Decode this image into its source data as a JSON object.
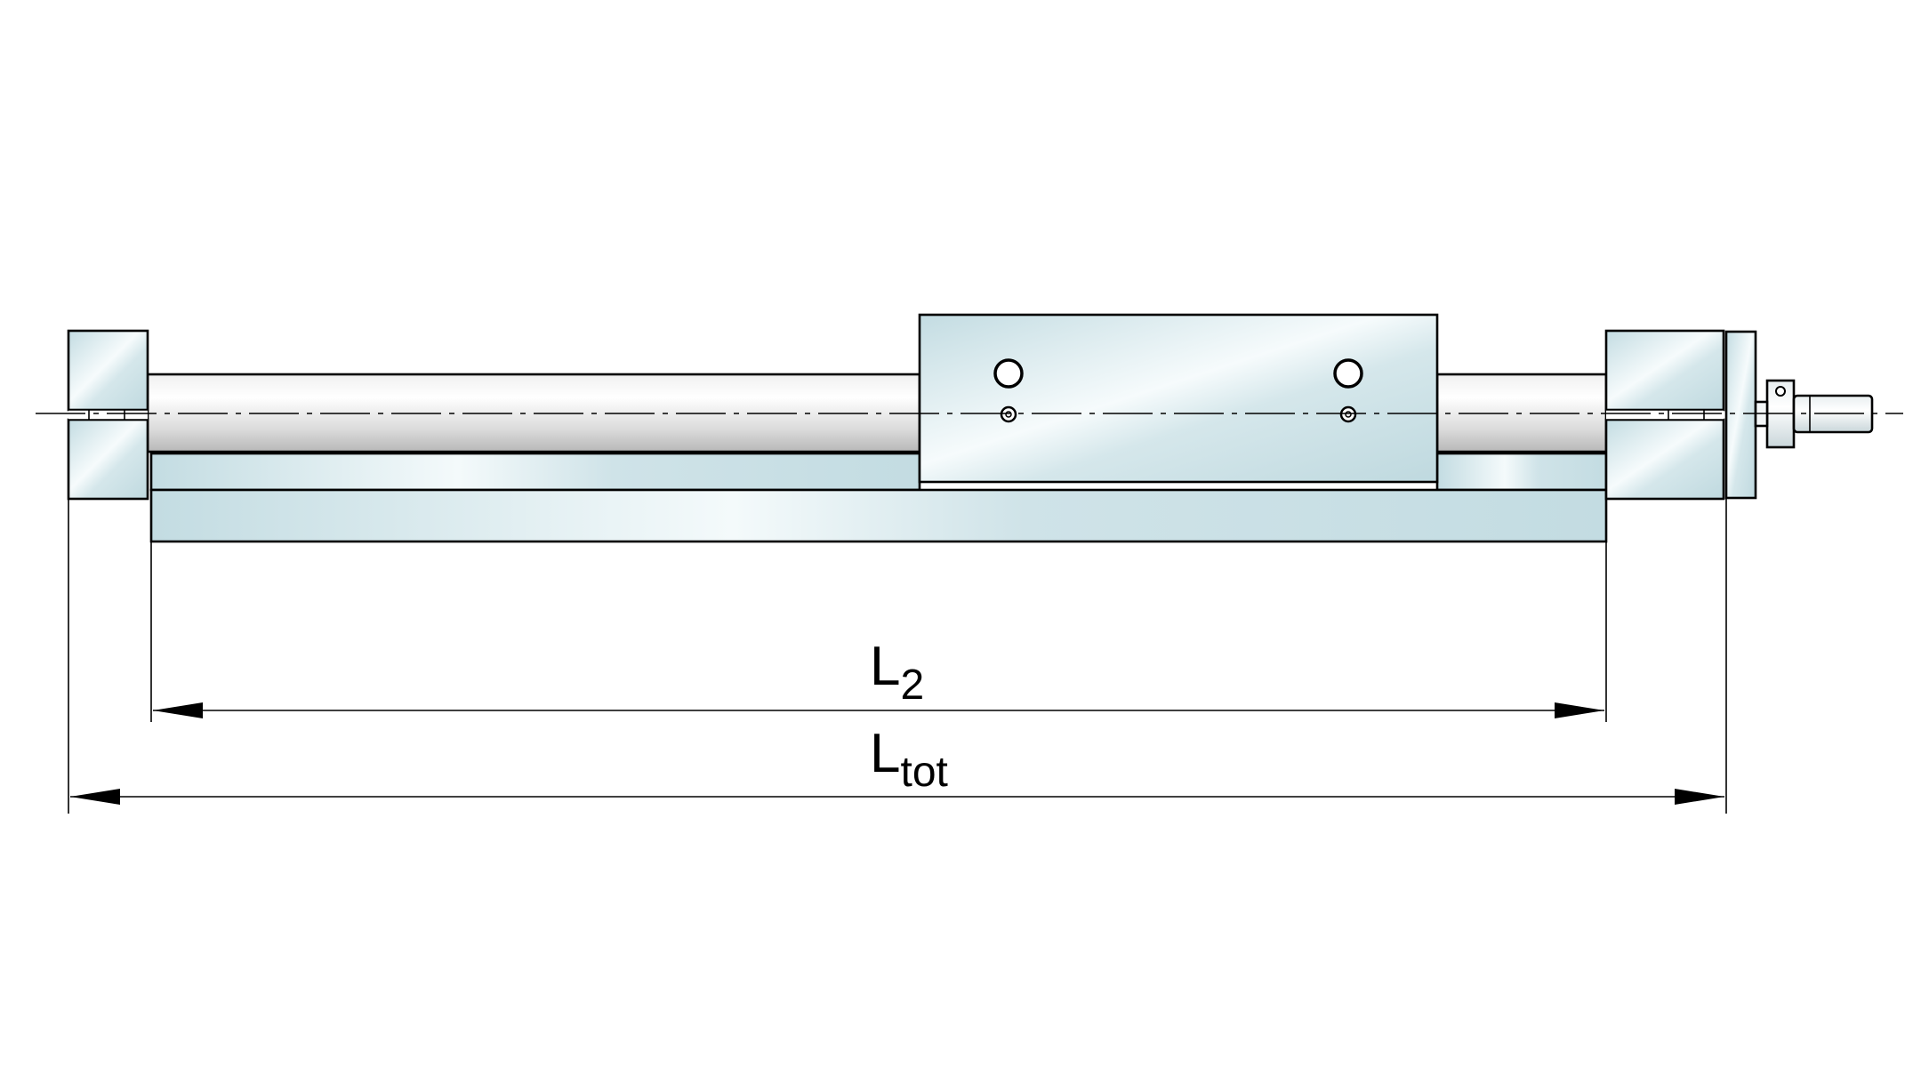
{
  "dimensions": {
    "l2": {
      "main": "L",
      "sub": "2"
    },
    "ltot": {
      "main": "L",
      "sub": "tot"
    }
  },
  "colors": {
    "line": "#000000",
    "metal_light": "#f4fafb",
    "metal_blue": "#c3dce2",
    "metal_mid": "#dde9ec"
  }
}
